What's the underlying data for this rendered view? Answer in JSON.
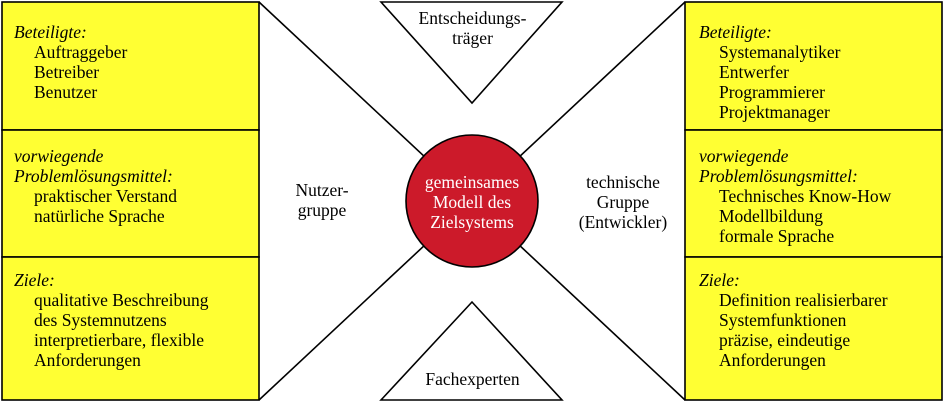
{
  "colors": {
    "box_fill": "#ffff33",
    "center_fill": "#cc1a2a",
    "center_text": "#ffffff",
    "line": "#000000"
  },
  "top_triangle": {
    "lines": [
      "Entscheidungs-",
      "träger"
    ]
  },
  "bottom_triangle": {
    "lines": [
      "Fachexperten"
    ]
  },
  "center": {
    "lines": [
      "gemeinsames",
      "Modell des",
      "Zielsystems"
    ]
  },
  "left_label": {
    "lines": [
      "Nutzer-",
      "gruppe"
    ]
  },
  "right_label": {
    "lines": [
      "technische",
      "Gruppe",
      "(Entwickler)"
    ]
  },
  "left": {
    "beteiligte": {
      "heading": "Beteiligte:",
      "items": [
        "Auftraggeber",
        "Betreiber",
        "Benutzer"
      ]
    },
    "mittel": {
      "heading": [
        "vorwiegende",
        "Problemlösungsmittel:"
      ],
      "items": [
        "praktischer Verstand",
        "natürliche Sprache"
      ]
    },
    "ziele": {
      "heading": "Ziele:",
      "items": [
        "qualitative Beschreibung",
        "des Systemnutzens",
        "interpretierbare, flexible",
        "Anforderungen"
      ]
    }
  },
  "right": {
    "beteiligte": {
      "heading": "Beteiligte:",
      "items": [
        "Systemanalytiker",
        "Entwerfer",
        "Programmierer",
        "Projektmanager"
      ]
    },
    "mittel": {
      "heading": [
        "vorwiegende",
        "Problemlösungsmittel:"
      ],
      "items": [
        "Technisches Know-How",
        "Modellbildung",
        "formale Sprache"
      ]
    },
    "ziele": {
      "heading": "Ziele:",
      "items": [
        "Definition realisierbarer",
        "Systemfunktionen",
        "präzise, eindeutige",
        "Anforderungen"
      ]
    }
  }
}
